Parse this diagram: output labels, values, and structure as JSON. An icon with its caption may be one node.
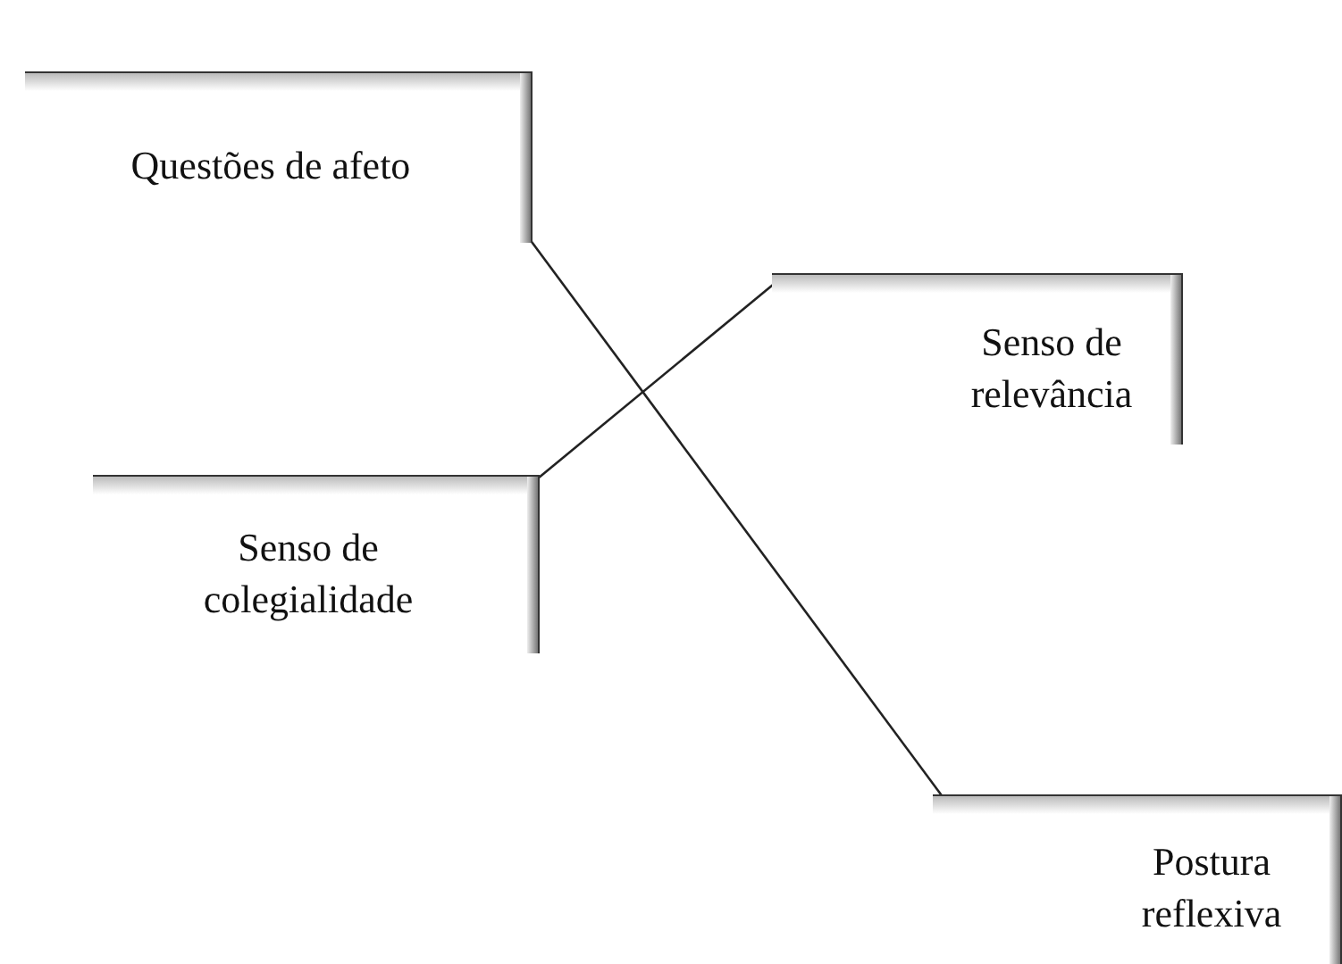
{
  "diagram": {
    "nodes": [
      {
        "text": [
          "Questões de afeto"
        ]
      },
      {
        "text": [
          "Senso de relevância"
        ]
      },
      {
        "text": [
          "Senso de colegialidade"
        ]
      },
      {
        "text": [
          "Postura reflexiva"
        ]
      }
    ],
    "edges": [
      {
        "from": 0,
        "to": 3,
        "arrow": "none"
      },
      {
        "from": 2,
        "to": 1,
        "arrow": "none"
      }
    ]
  }
}
